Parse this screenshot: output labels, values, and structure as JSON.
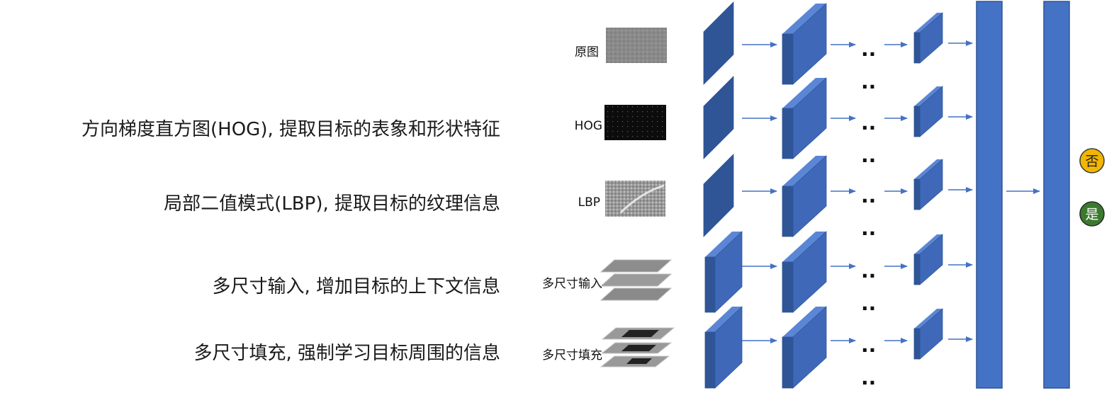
{
  "descriptions": {
    "hog": "方向梯度直方图(HOG), 提取目标的表象和形状特征",
    "lbp": "局部二值模式(LBP), 提取目标的纹理信息",
    "multiscale_input": "多尺寸输入, 增加目标的上下文信息",
    "multiscale_padding": "多尺寸填充, 强制学习目标周围的信息"
  },
  "input_labels": {
    "original": "原图",
    "hog": "HOG",
    "lbp": "LBP",
    "multiscale_input": "多尺寸输入",
    "multiscale_padding": "多尺寸填充"
  },
  "outputs": {
    "no": "否",
    "yes": "是"
  },
  "ellipsis": "..",
  "colors": {
    "block_front": "#2f5597",
    "block_side": "#3f69b8",
    "block_top": "#5b86d6",
    "fc_layer": "#4472c4",
    "arrow": "#4472c4",
    "no_circle": "#f2b600",
    "yes_circle": "#3b7a2e"
  }
}
